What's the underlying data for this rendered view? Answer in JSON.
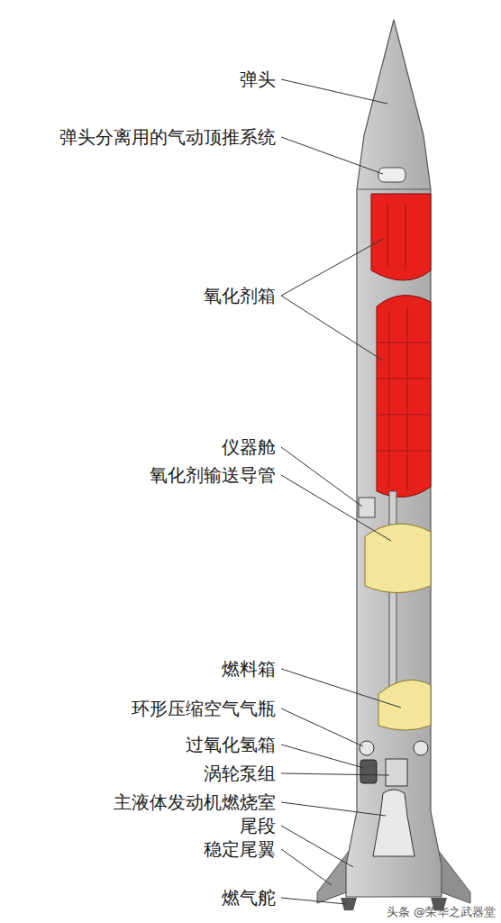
{
  "diagram": {
    "labels": [
      "弹头",
      "弹头分离用的气动顶推系统",
      "氧化剂箱",
      "仪器舱",
      "氧化剂输送导管",
      "燃料箱",
      "环形压缩空气气瓶",
      "过氧化氢箱",
      "涡轮泵组",
      "主液体发动机燃烧室",
      "尾段",
      "稳定尾翼",
      "燃气舵",
      "头条 @荣华之武器堂"
    ]
  }
}
